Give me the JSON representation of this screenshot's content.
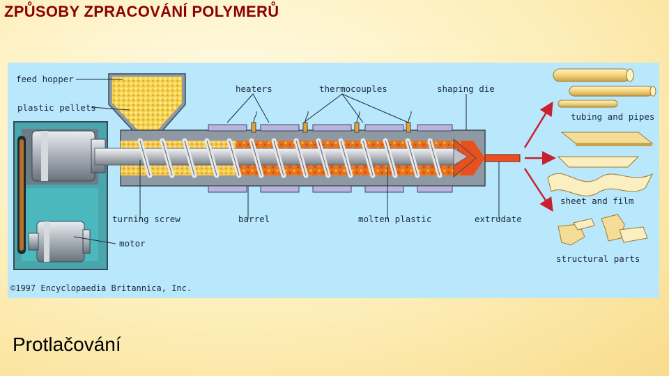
{
  "slide": {
    "title": "ZPŮSOBY ZPRACOVÁNÍ POLYMERŮ",
    "subtitle": "Protlačování"
  },
  "diagram": {
    "labels": {
      "feed_hopper": "feed hopper",
      "plastic_pellets": "plastic pellets",
      "heaters": "heaters",
      "thermocouples": "thermocouples",
      "shaping_die": "shaping die",
      "tubing_pipes": "tubing and pipes",
      "sheet_film": "sheet and film",
      "structural_parts": "structural parts",
      "turning_screw": "turning screw",
      "barrel": "barrel",
      "molten_plastic": "molten plastic",
      "extrudate": "extrudate",
      "motor": "motor"
    },
    "copyright": "©1997 Encyclopaedia Britannica, Inc."
  },
  "colors": {
    "title": "#8b0000",
    "figure_background": "#b9e7fb",
    "molten": "#e8501e",
    "pellets": "#f3c237",
    "heater": "#b9b3e0",
    "arrow": "#c8202e"
  }
}
